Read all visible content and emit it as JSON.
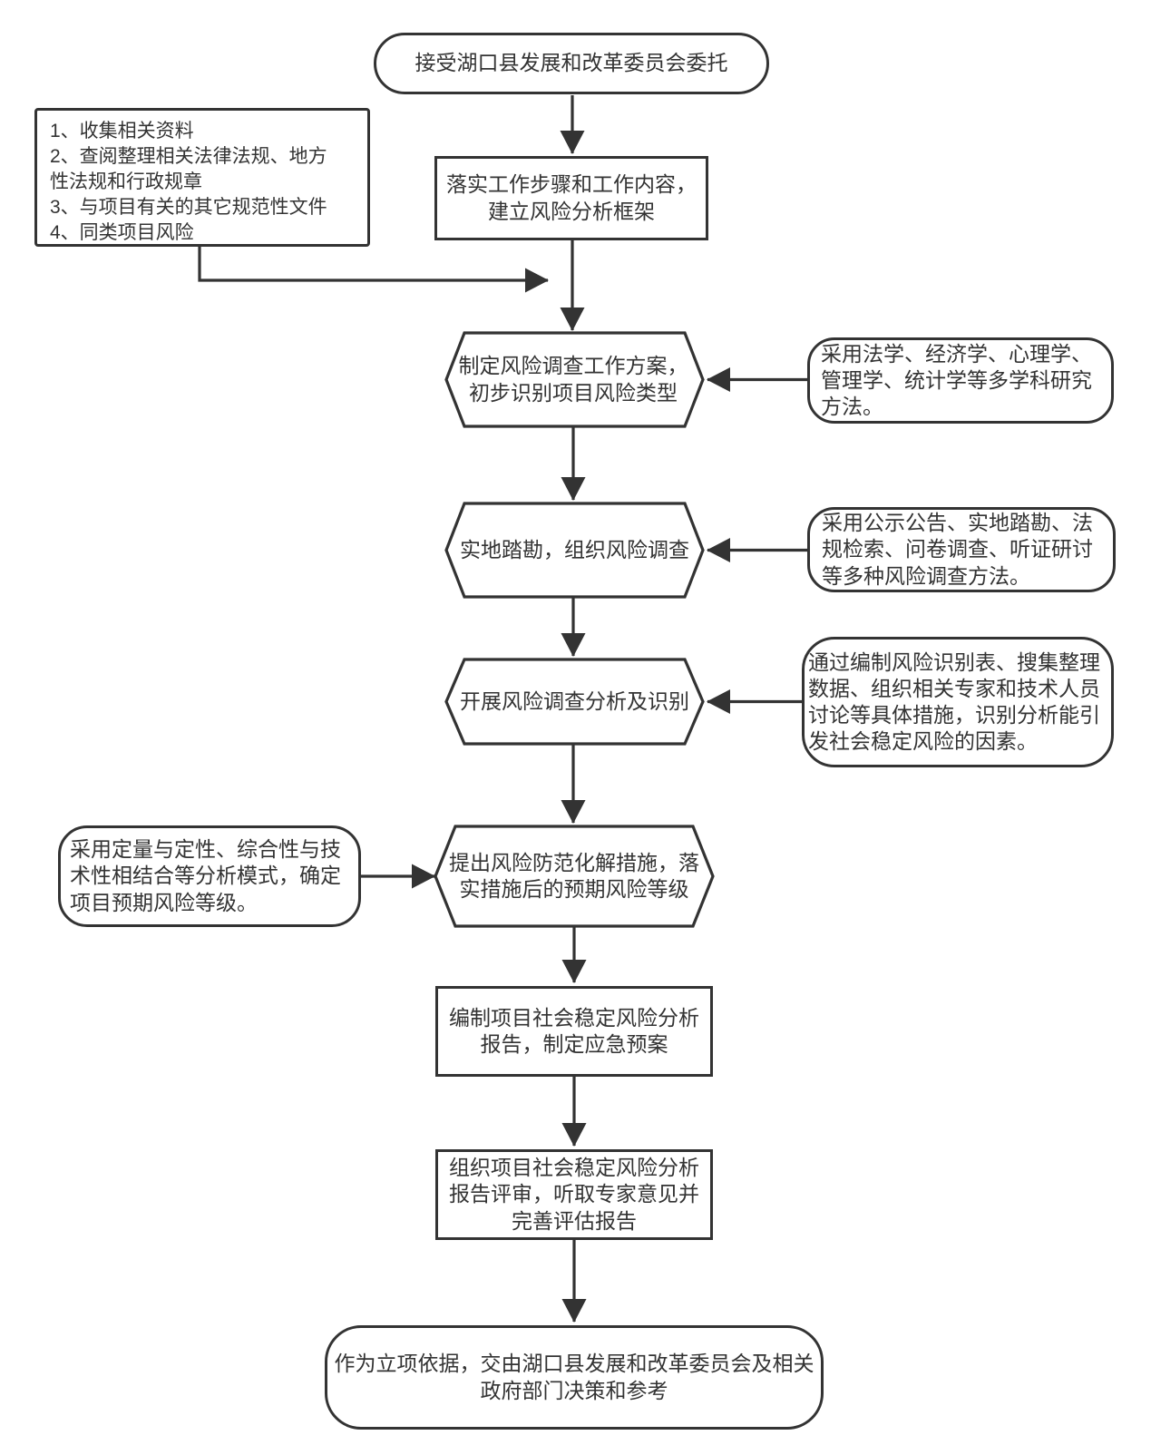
{
  "colors": {
    "stroke": "#333333",
    "text": "#333333",
    "background": "#ffffff"
  },
  "nodes": {
    "start": "接受湖口县发展和改革委员会委托",
    "materials": {
      "items": [
        "1、收集相关资料",
        "2、查阅整理相关法律法规、地方性法规和行政规章",
        "3、与项目有关的其它规范性文件",
        "4、同类项目风险"
      ]
    },
    "establish_framework": "落实工作步骤和工作内容，建立风险分析框架",
    "make_plan": "制定风险调查工作方案，初步识别项目风险类型",
    "site_survey": "实地踏勘，组织风险调查",
    "analysis_identification": "开展风险调查分析及识别",
    "propose_measures": "提出风险防范化解措施，落实措施后的预期风险等级",
    "compile_report": "编制项目社会稳定风险分析报告，制定应急预案",
    "review_report": "组织项目社会稳定风险分析报告评审，听取专家意见并完善评估报告",
    "end": "作为立项依据，交由湖口县发展和改革委员会及相关政府部门决策和参考"
  },
  "annotations": {
    "methods_multidiscipline": "采用法学、经济学、心理学、管理学、统计学等多学科研究方法。",
    "methods_survey": "采用公示公告、实地踏勘、法规检索、问卷调查、听证研讨等多种风险调查方法。",
    "methods_identification": "通过编制风险识别表、搜集整理数据、组织相关专家和技术人员讨论等具体措施，识别分析能引发社会稳定风险的因素。",
    "methods_analysis_mode": "采用定量与定性、综合性与技术性相结合等分析模式，确定项目预期风险等级。"
  }
}
